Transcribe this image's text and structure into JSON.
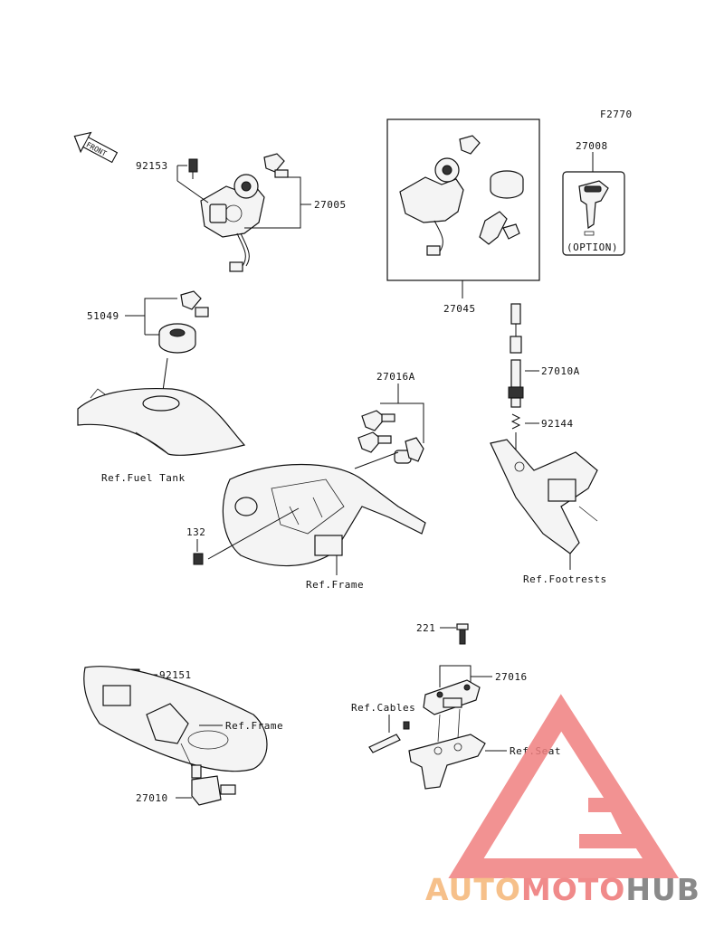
{
  "figure_code": "F2770",
  "front_arrow": "FRONT",
  "parts": {
    "p92153": "92153",
    "p27005": "27005",
    "p27045": "27045",
    "p27008": "27008",
    "option": "(OPTION)",
    "p51049": "51049",
    "ref_fuel_tank": "Ref.Fuel Tank",
    "p27016A": "27016A",
    "p132": "132",
    "ref_frame_1": "Ref.Frame",
    "p27010A": "27010A",
    "p92144": "92144",
    "ref_footrests": "Ref.Footrests",
    "p221": "221",
    "p27016": "27016",
    "ref_cables": "Ref.Cables",
    "ref_seat": "Ref.Seat",
    "p92151": "92151",
    "ref_frame_2": "Ref.Frame",
    "p27010": "27010"
  },
  "watermark": {
    "part1": "AUTO",
    "part2": "MOTO",
    "part3": "HUB",
    "colors": {
      "auto": "#f6c08a",
      "moto": "#f08a8a",
      "hub": "#8a8a8a",
      "logo": "#f07f7f"
    }
  }
}
